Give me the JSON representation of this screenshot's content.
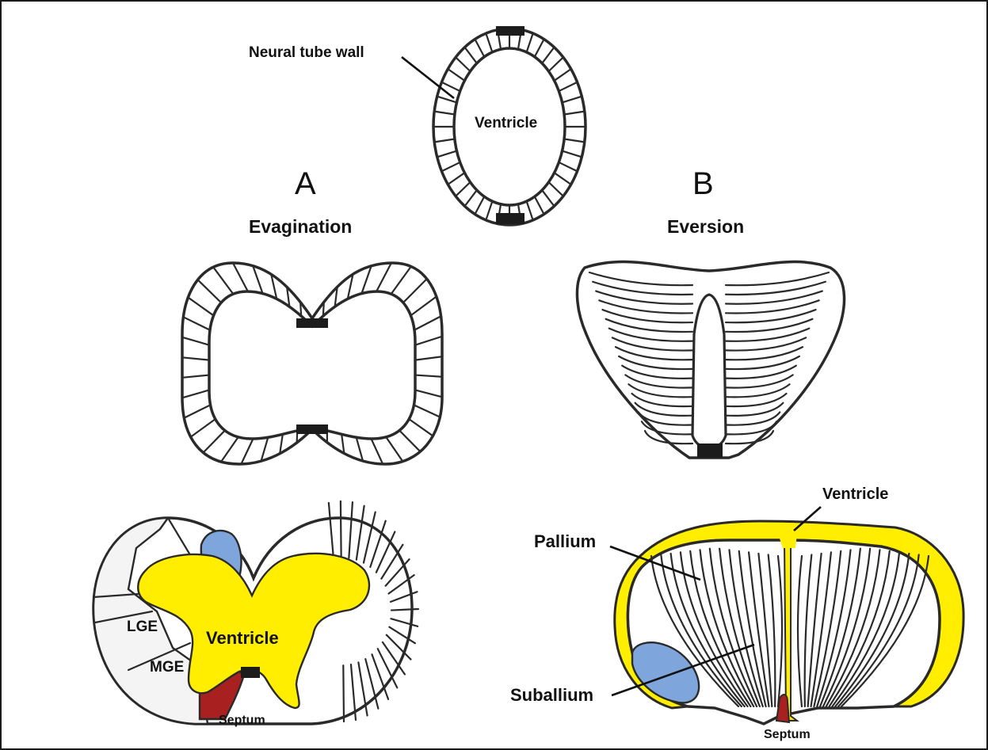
{
  "labels": {
    "neural_tube_wall": "Neural tube wall",
    "ventricle_top": "Ventricle",
    "panel_a_letter": "A",
    "panel_b_letter": "B",
    "evagination": "Evagination",
    "eversion": "Eversion",
    "ventricle_a": "Ventricle",
    "lge": "LGE",
    "mge": "MGE",
    "septum_a": "Septum",
    "ventricle_b": "Ventricle",
    "pallium": "Pallium",
    "suballium": "Suballium",
    "septum_b": "Septum"
  },
  "colors": {
    "ventricle_yellow": "#ffee00",
    "region_blue": "#7ea6dc",
    "septum_red": "#a8201f",
    "outline": "#2a2a2a",
    "region_grey": "#f2f2f2"
  }
}
